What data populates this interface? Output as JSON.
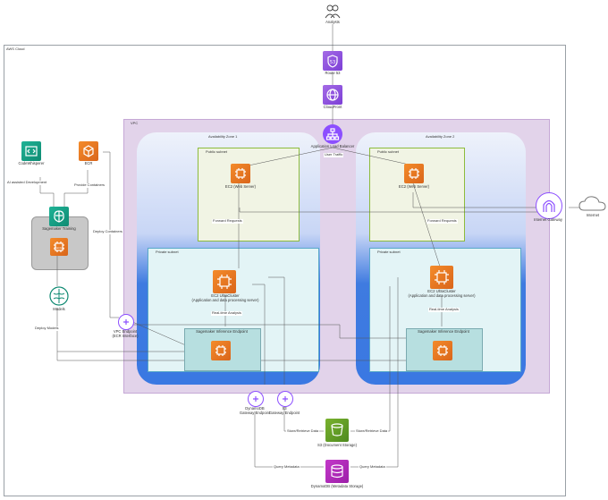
{
  "nodes": {
    "analysts": "Analysts",
    "route53": "Route 53",
    "cloudfront": "CloudFront",
    "alb": "Application Load Balancer",
    "internet_gateway": "Internet Gateway",
    "internet": "Internet",
    "codewhisperer": "CodeWhisperer",
    "ecr": "ECR",
    "sagemaker_training": "Sagemaker Training",
    "training_chip": "Trainium",
    "models": "Models",
    "vpc_endpoint": "VPC Endpoint\n(ECR Interface)",
    "ec2_web_1": "EC2 (Web Server)",
    "ec2_web_2": "EC2 (Web Server)",
    "ec2_ultra_1": "EC2 UltraCluster\n(Application and data processing server)",
    "ec2_ultra_2": "EC2 UltraCluster\n(Application and data processing server)",
    "inference_1": "Sagemaker Inference Endpoint",
    "inference_2": "Sagemaker Inference Endpoint",
    "dynamodb_gw": "DynamoDB\nGateway Endpoint",
    "s3_gw": "S3\nGateway Endpoint",
    "s3_storage": "S3 (Document Storage)",
    "dynamodb_storage": "DynamoDB (Metadata Storage)"
  },
  "groups": {
    "aws_cloud": "AWS Cloud",
    "vpc": "VPC",
    "az1": "Availability Zone 1",
    "az2": "Availability Zone 2",
    "public_subnet_1": "Public subnet",
    "public_subnet_2": "Public subnet",
    "private_subnet_1": "Private subnet",
    "private_subnet_2": "Private subnet"
  },
  "edges": {
    "user_traffic": "User Traffic",
    "ai_assisted": "AI assisted Development",
    "provide_containers": "Provide Containers",
    "deploy_containers": "Deploy Containers",
    "deploy_models": "Deploy Models",
    "forward_1": "Forward Requests",
    "forward_2": "Forward Requests",
    "realtime_1": "Real-time Analysis",
    "realtime_2": "Real-time Analysis",
    "store_1": "Store/Retrieve Data",
    "store_2": "Store/Retrieve Data",
    "query_1": "Query Metadata",
    "query_2": "Query Metadata"
  },
  "colors": {
    "compute": "#ed7100",
    "storage": "#7aa116",
    "networking": "#8c4fff",
    "database": "#c925d1",
    "ml": "#01a88d",
    "vpc_fill": "#e2d3ea",
    "az_blue": "#3a78e2",
    "public_subnet": "#7aa116",
    "private_subnet": "#00a4a6"
  },
  "icons": {
    "analysts": "users-icon",
    "route53": "route53-icon",
    "cloudfront": "globe-icon",
    "alb": "load-balancer-icon",
    "igw": "gateway-icon",
    "internet": "cloud-icon",
    "ec2": "chip-icon",
    "s3": "bucket-icon",
    "dynamodb": "database-icon",
    "sagemaker": "brain-icon",
    "ecr": "container-icon",
    "codewhisperer": "code-icon"
  }
}
